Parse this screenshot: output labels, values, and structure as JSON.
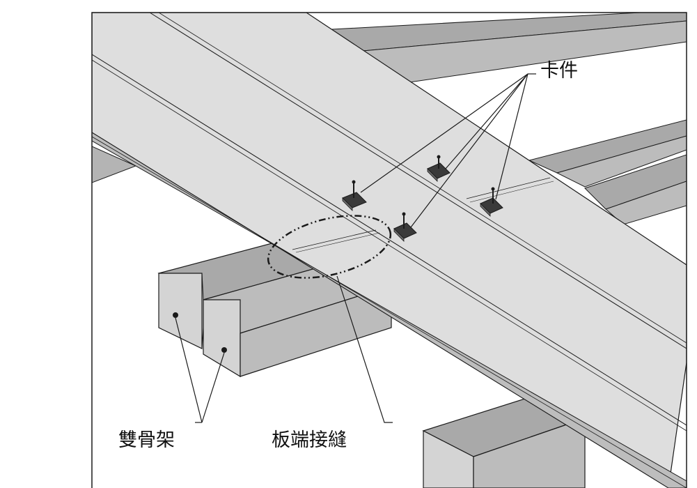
{
  "labels": {
    "clip": "卡件",
    "double_joist": "雙骨架",
    "board_end_seam": "板端接縫"
  },
  "colors": {
    "board_top": "#dedede",
    "board_edge": "#bdbdbd",
    "joist_top": "#a9a9a9",
    "joist_front": "#d4d4d4",
    "joist_side": "#bcbcbc",
    "outline": "#1a1a1a",
    "background": "#ffffff"
  }
}
